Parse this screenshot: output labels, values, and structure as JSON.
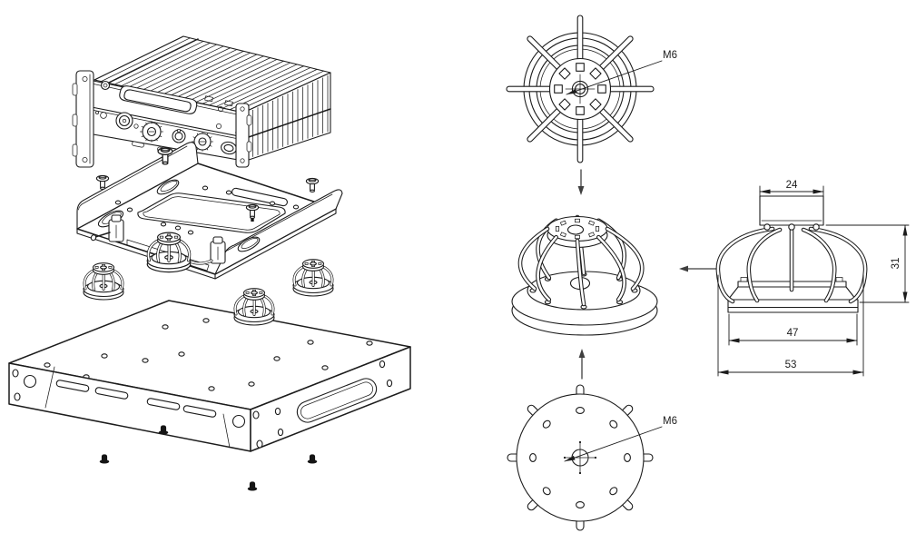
{
  "drawing": {
    "background": "#ffffff",
    "line_color": "#1c1c1c",
    "arrow_color": "#3f3f3f",
    "labels": {
      "top_view_thread": "M6",
      "bottom_view_thread": "M6"
    },
    "dimensions": {
      "top_mount_width": "24",
      "isolator_height": "31",
      "base_inner_width": "47",
      "base_overall_width": "53"
    }
  }
}
